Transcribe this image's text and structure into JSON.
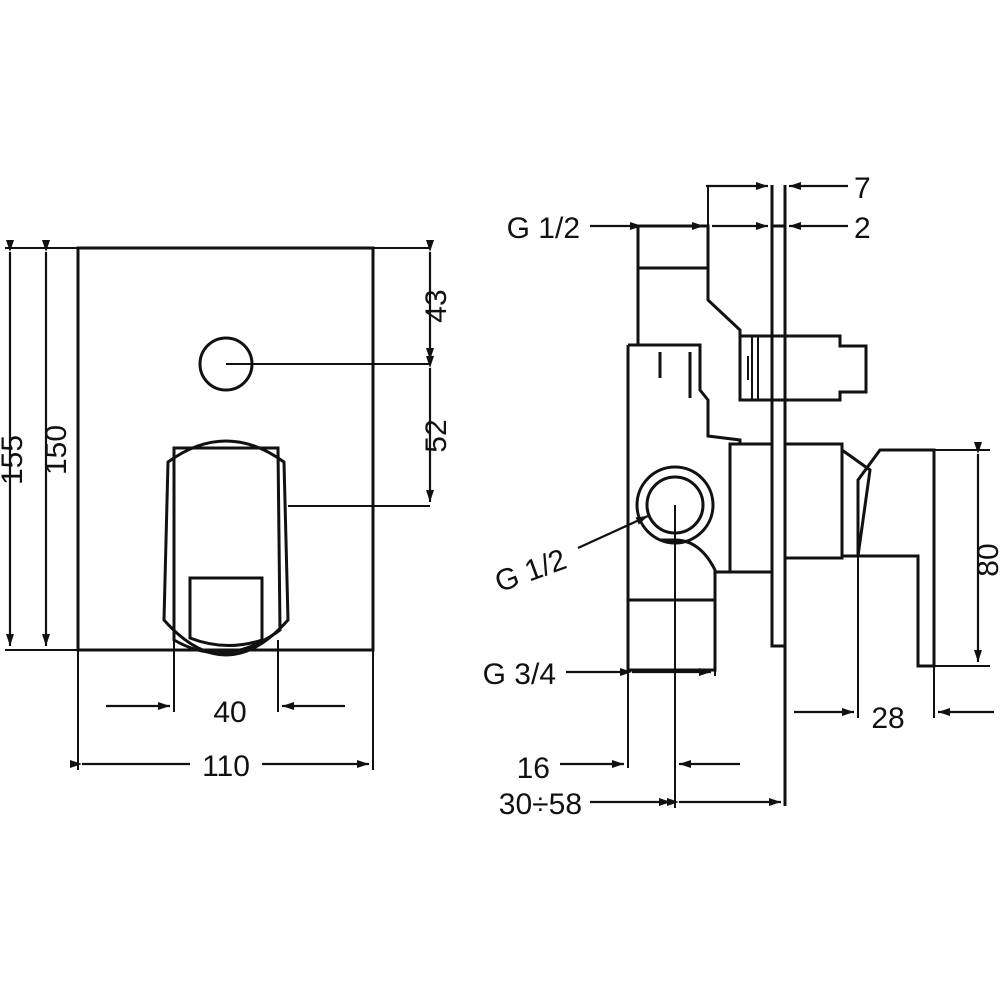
{
  "front_view": {
    "dimensions": {
      "overall_height_outer": "155",
      "overall_height_inner": "150",
      "handle_to_button": "43",
      "handle_offset": "52",
      "handle_width": "40",
      "plate_width": "110"
    }
  },
  "side_view": {
    "dimensions": {
      "top_gap": "7",
      "plate_thickness": "2",
      "inlet_top": "G 1/2",
      "inlet_side": "G 1/2",
      "outlet_bottom": "G 3/4",
      "handle_height": "80",
      "handle_projection": "28",
      "body_offset": "16",
      "installation_depth": "30÷58"
    }
  }
}
